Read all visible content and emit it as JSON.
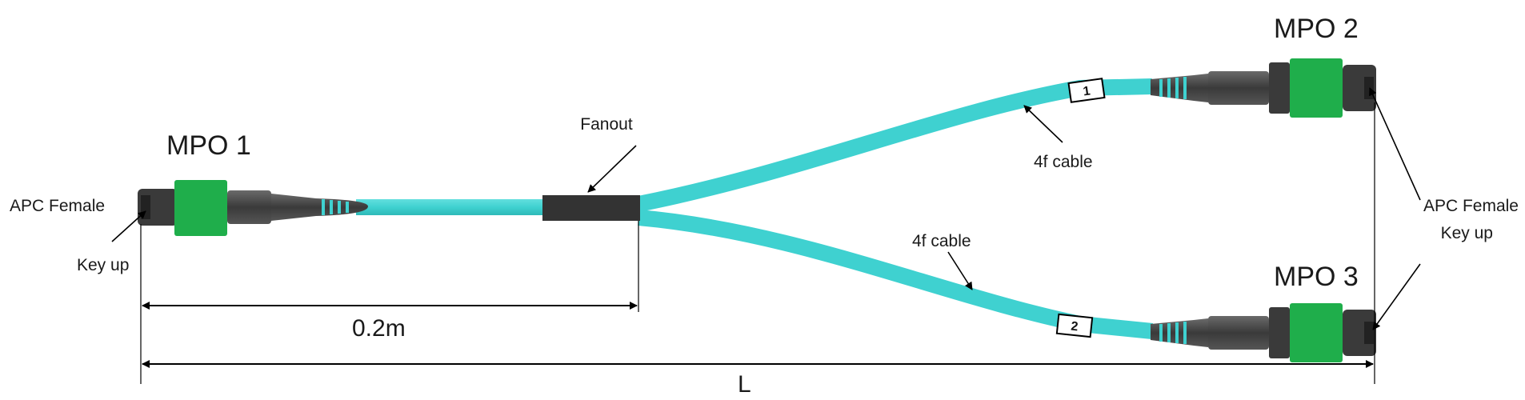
{
  "labels": {
    "mpo1": "MPO 1",
    "mpo2": "MPO 2",
    "mpo3": "MPO 3",
    "fanout": "Fanout",
    "apc_female_left": "APC Female",
    "key_up_left": "Key up",
    "apc_female_right": "APC Female",
    "key_up_right": "Key up",
    "cable_upper": "4f cable",
    "cable_lower": "4f cable",
    "tag_1": "1",
    "tag_2": "2",
    "dim_short": "0.2m",
    "dim_total": "L"
  },
  "colors": {
    "cable": "#3fd1d0",
    "connector_body": "#4a4a4a",
    "connector_dark": "#2f2f2f",
    "connector_green": "#1fae4b",
    "fanout_body": "#333333",
    "line": "#000000"
  },
  "icons": [
    "arrow-icon",
    "dimension-arrow-icon"
  ]
}
